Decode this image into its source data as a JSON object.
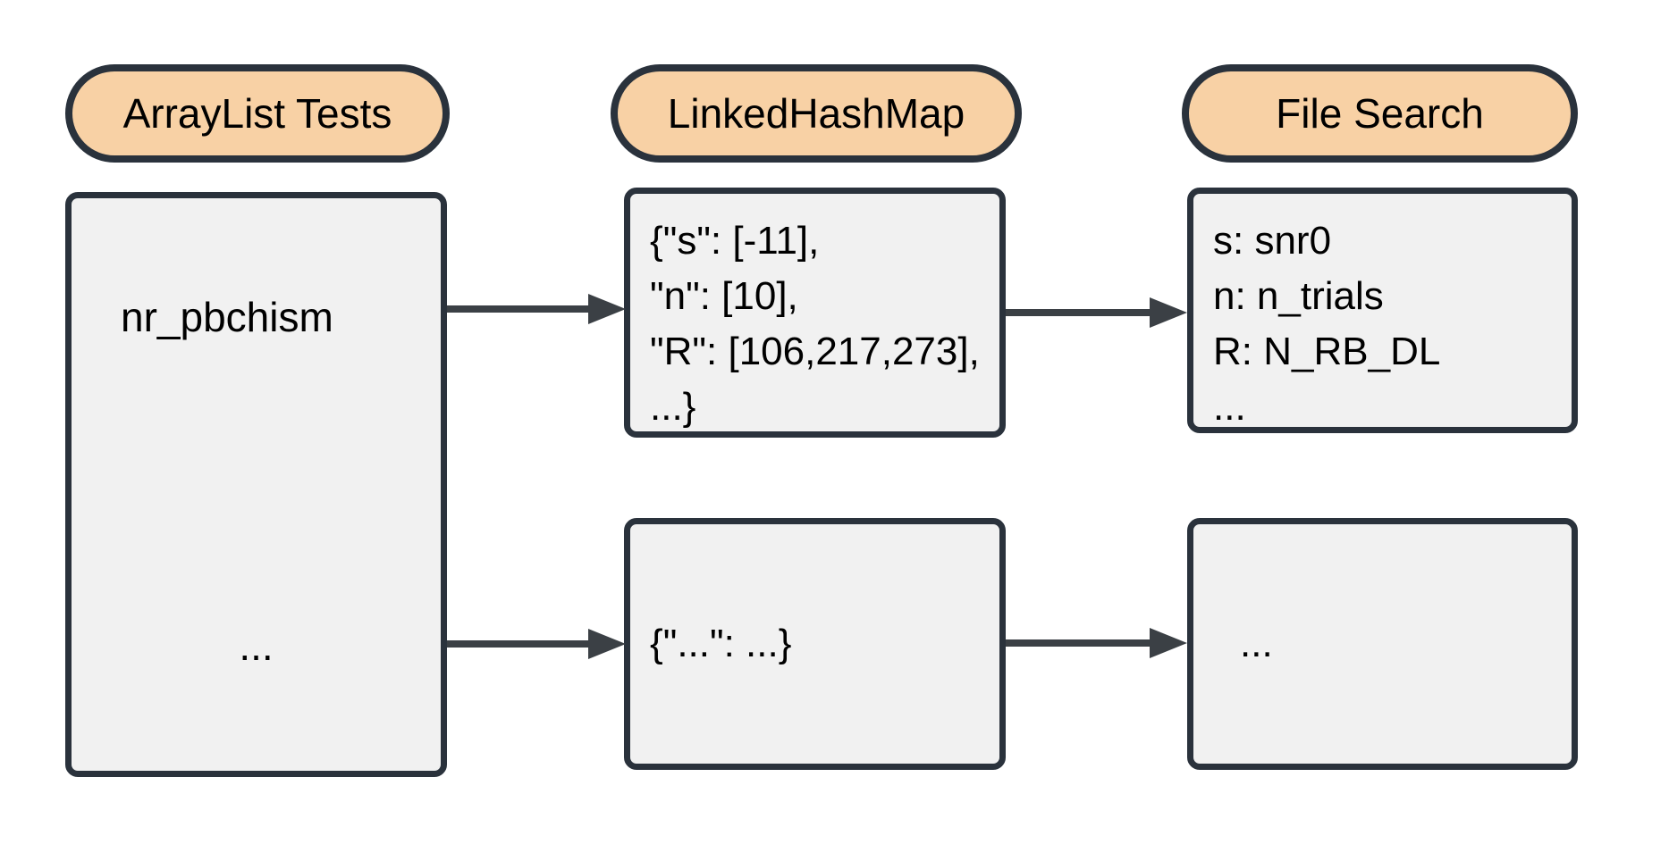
{
  "headers": {
    "arraylist": "ArrayList Tests",
    "linkedhashmap": "LinkedHashMap",
    "filesearch": "File Search"
  },
  "arraylist_box": {
    "entry_top": "nr_pbchism",
    "entry_bottom": "..."
  },
  "map_box_top": {
    "line1": "{\"s\": [-11],",
    "line2": "\"n\": [10],",
    "line3": "\"R\": [106,217,273],",
    "line4": "...}"
  },
  "map_box_bottom": {
    "text": "{\"...\": ...}"
  },
  "search_box_top": {
    "line1": "s: snr0",
    "line2": "n: n_trials",
    "line3": "R: N_RB_DL",
    "line4": "..."
  },
  "search_box_bottom": {
    "text": "..."
  },
  "colors": {
    "pill_fill": "#f8d1a5",
    "box_fill": "#f1f1f1",
    "stroke": "#2a323c",
    "arrow": "#3b4045",
    "text": "#000000"
  }
}
